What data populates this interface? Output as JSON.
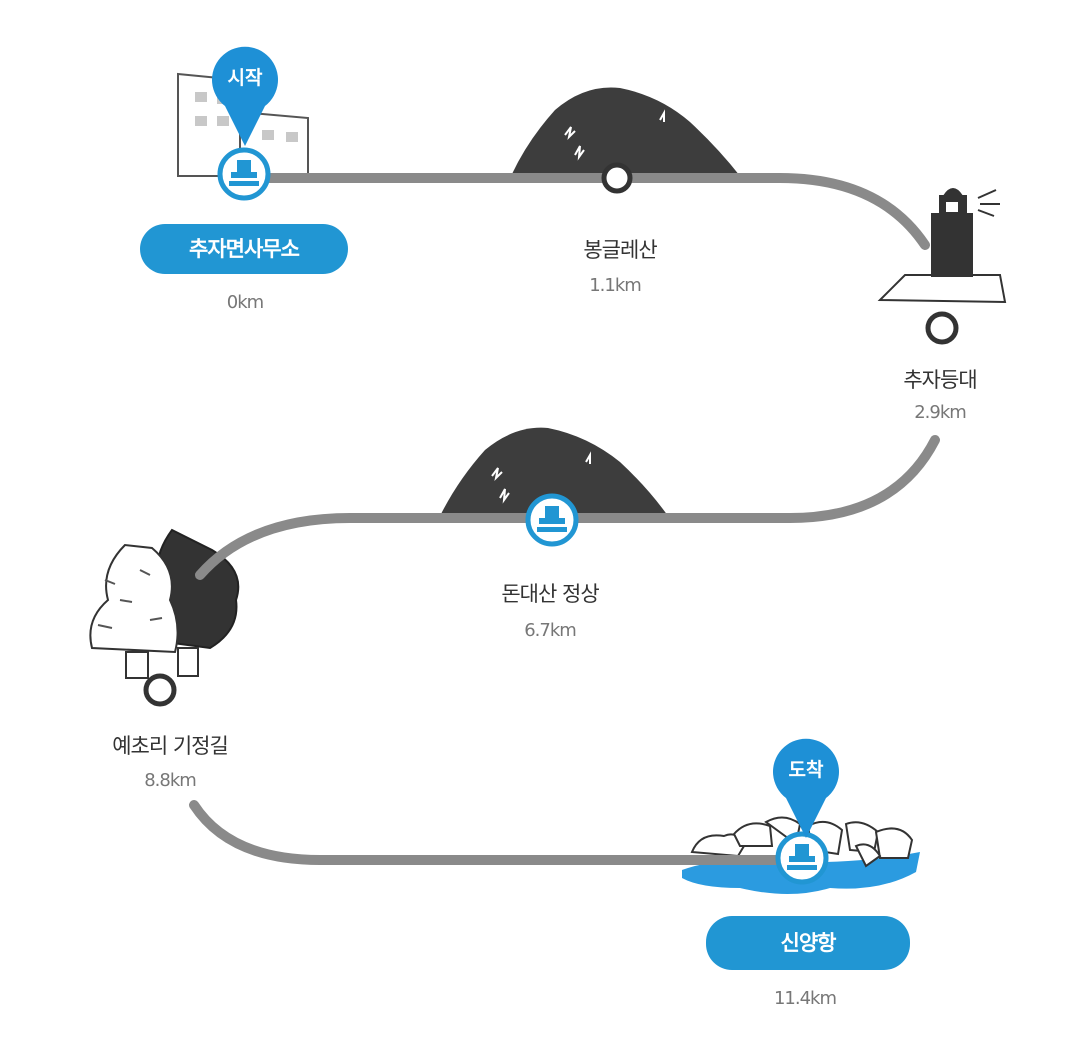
{
  "route": {
    "start_marker": "시작",
    "end_marker": "도착",
    "stops": [
      {
        "id": "office",
        "name": "추자면사무소",
        "distance": "0km",
        "highlight": true,
        "icon": "stamp-icon"
      },
      {
        "id": "bonggeul",
        "name": "봉글레산",
        "distance": "1.1km",
        "highlight": false,
        "icon": "circle-marker"
      },
      {
        "id": "lighthouse",
        "name": "추자등대",
        "distance": "2.9km",
        "highlight": false,
        "icon": "circle-marker"
      },
      {
        "id": "dondaesan",
        "name": "돈대산 정상",
        "distance": "6.7km",
        "highlight": false,
        "icon": "stamp-icon"
      },
      {
        "id": "yechori",
        "name": "예초리 기정길",
        "distance": "8.8km",
        "highlight": false,
        "icon": "circle-marker"
      },
      {
        "id": "sinyang",
        "name": "신양항",
        "distance": "11.4km",
        "highlight": true,
        "icon": "stamp-icon"
      }
    ]
  },
  "colors": {
    "route_line": "#8a8a8a",
    "accent_blue": "#2196d3",
    "illustration_dark": "#3d3d3d",
    "water": "#2b9be0"
  }
}
